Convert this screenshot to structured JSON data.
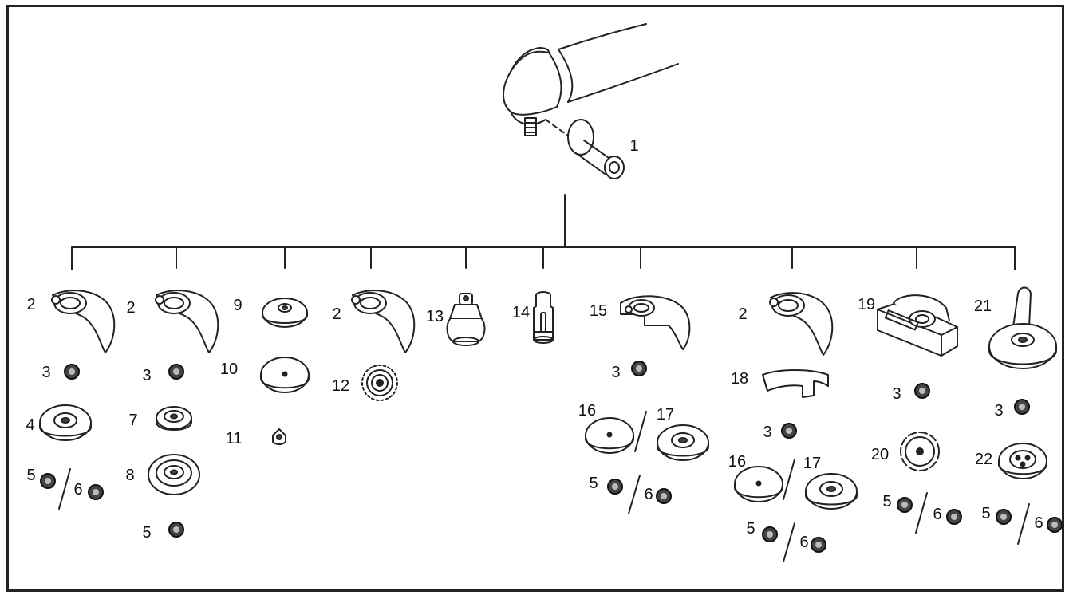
{
  "diagram": {
    "part_labels": {
      "p1": "1",
      "c1_guard": "2",
      "c1_nut": "3",
      "c1_flange": "4",
      "c1_ka": "5",
      "c1_kb": "6",
      "c2_guard": "2",
      "c2_nut": "3",
      "c2_pad": "7",
      "c2_disc": "8",
      "c2_k": "5",
      "c3_a": "9",
      "c3_b": "10",
      "c3_c": "11",
      "c4_guard": "2",
      "c4_wheel": "12",
      "c5_cup": "13",
      "c6_arbor": "14",
      "c7_guard": "15",
      "c7_nut": "3",
      "c7_da": "16",
      "c7_db": "17",
      "c7_ka": "5",
      "c7_kb": "6",
      "c8_guard": "2",
      "c8_ring": "18",
      "c8_nut": "3",
      "c8_da": "16",
      "c8_db": "17",
      "c8_ka": "5",
      "c8_kb": "6",
      "c9_guard": "19",
      "c9_nut": "3",
      "c9_blade": "20",
      "c9_ka": "5",
      "c9_kb": "6",
      "c10_hood": "21",
      "c10_nut": "3",
      "c10_disc": "22",
      "c10_ka": "5",
      "c10_kb": "6"
    }
  }
}
